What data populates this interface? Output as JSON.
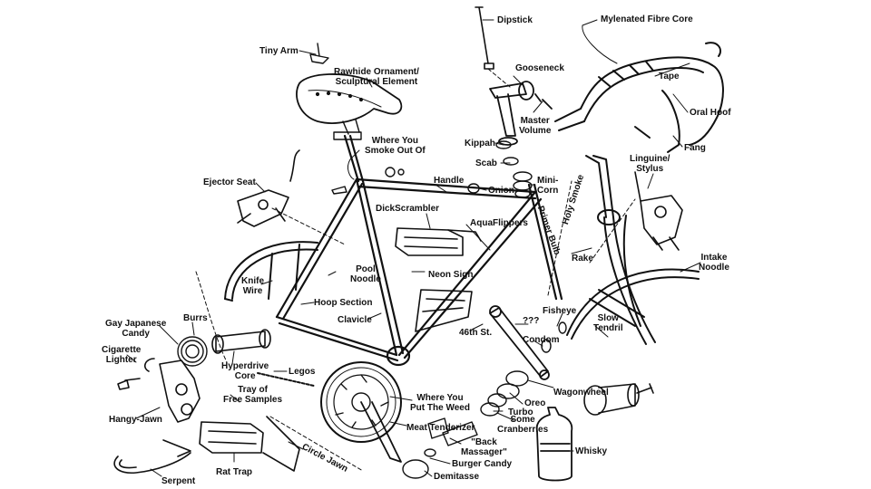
{
  "colors": {
    "ink": "#111111",
    "background": "#ffffff"
  },
  "labels": {
    "dipstick": "Dipstick",
    "mylenated_fibre_core": "Mylenated Fibre Core",
    "tiny_arm": "Tiny Arm",
    "rawhide_ornament": "Rawhide Ornament/\nSculptural Element",
    "gooseneck": "Gooseneck",
    "tape": "Tape",
    "master_volume": "Master\nVolume",
    "oral_hoof": "Oral Hoof",
    "kippah": "Kippah",
    "fang": "Fang",
    "where_you_smoke_out_of": "Where You\nSmoke Out Of",
    "scab": "Scab",
    "linguine_stylus": "Linguine/\nStylus",
    "ejector_seat": "Ejector Seat",
    "handle": "Handle",
    "mini_corn": "Mini-\nCorn",
    "onion": "Onion",
    "holy_smoke": "Holy Smoke",
    "dickscrambler": "DickScrambler",
    "primer_bulb": "Primer Bulb",
    "aquaflippers": "AquaFlippers",
    "rake": "Rake",
    "intake_noodle": "Intake\nNoodle",
    "knife_wire": "Knife\nWire",
    "neon_sign": "Neon Sign",
    "pool_noodle": "Pool\nNoodle",
    "hoop_section": "Hoop Section",
    "gay_japanese_candy": "Gay Japanese\nCandy",
    "burrs": "Burrs",
    "clavicle": "Clavicle",
    "question_marks": "???",
    "fisheye": "Fisheye",
    "slow_tendril": "Slow\nTendril",
    "cigarette_lighter": "Cigarette\nLighter",
    "forty_sixth_st": "46th St.",
    "condom": "Condom",
    "hyperdrive_core": "Hyperdrive\nCore",
    "legos": "Legos",
    "wagonwheel": "Wagonwheel",
    "tray_of_free_samples": "Tray of\nFree Samples",
    "where_you_put_the_weed": "Where You\nPut The Weed",
    "oreo": "Oreo",
    "hangy_jawn": "Hangy-Jawn",
    "turbo": "Turbo",
    "some_cranberries": "Some\nCranberries",
    "meat_tenderizer": "Meat Tenderizer",
    "back_massager": "\"Back\nMassager\"",
    "whisky": "Whisky",
    "circle_jawn": "Circle Jawn",
    "burger_candy": "Burger Candy",
    "rat_trap": "Rat Trap",
    "serpent": "Serpent",
    "demitasse": "Demitasse"
  }
}
